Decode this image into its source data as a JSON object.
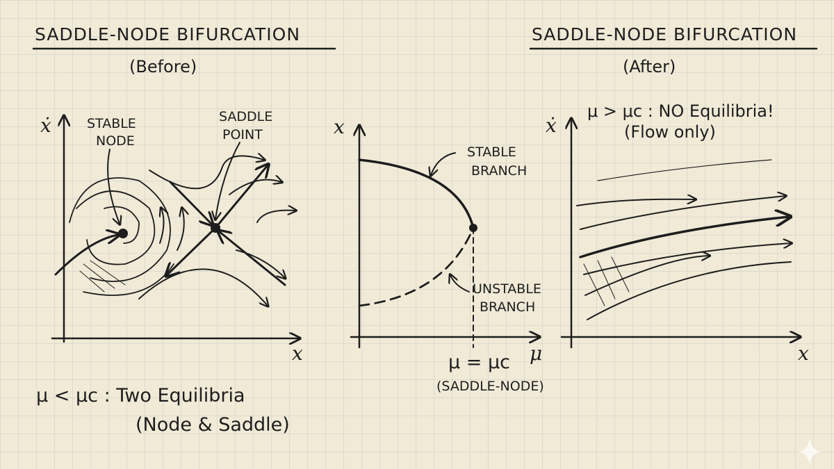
{
  "left_panel": {
    "title": "SADDLE-NODE BIFURCATION",
    "subtitle": "(Before)",
    "y_axis_label": "ẋ",
    "x_axis_label": "x",
    "stable_node_label_1": "STABLE",
    "stable_node_label_2": "NODE",
    "saddle_label_1": "SADDLE",
    "saddle_label_2": "POINT",
    "caption_1": "μ < μc : Two Equilibria",
    "caption_2": "(Node & Saddle)"
  },
  "middle_panel": {
    "y_axis_label": "x",
    "x_axis_label": "μ",
    "stable_branch_1": "STABLE",
    "stable_branch_2": "BRANCH",
    "unstable_branch_1": "UNSTABLE",
    "unstable_branch_2": "BRANCH",
    "critical_label": "μ = μc",
    "critical_note": "(SADDLE-NODE)"
  },
  "right_panel": {
    "title": "SADDLE-NODE BIFURCATION",
    "subtitle": "(After)",
    "y_axis_label": "ẋ",
    "x_axis_label": "x",
    "caption_1": "μ > μc : NO Equilibria!",
    "caption_2": "(Flow only)"
  },
  "colors": {
    "paper": "#f1ead7",
    "grid": "#c9c9c4",
    "ink": "#1d1d1d"
  }
}
